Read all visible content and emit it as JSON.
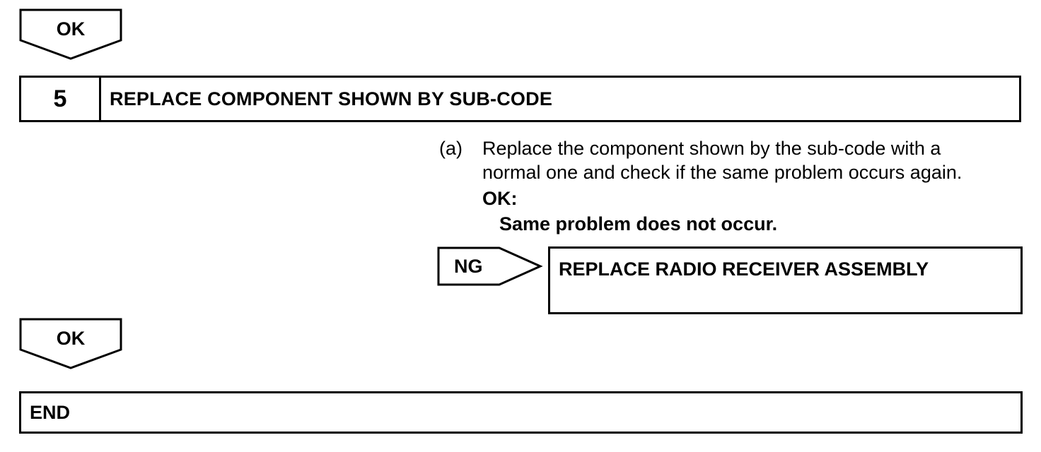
{
  "top_arrow": {
    "label": "OK"
  },
  "step": {
    "number": "5",
    "title": "REPLACE COMPONENT SHOWN BY SUB-CODE"
  },
  "instruction": {
    "marker": "(a)",
    "line1": "Replace the component shown by the sub-code with a",
    "line2": "normal one and check if the same problem occurs again.",
    "ok_label": "OK:",
    "ok_result": "Same problem does not occur."
  },
  "ng_branch": {
    "label": "NG",
    "result": "REPLACE RADIO RECEIVER ASSEMBLY"
  },
  "bottom_arrow": {
    "label": "OK"
  },
  "end": {
    "label": "END"
  }
}
